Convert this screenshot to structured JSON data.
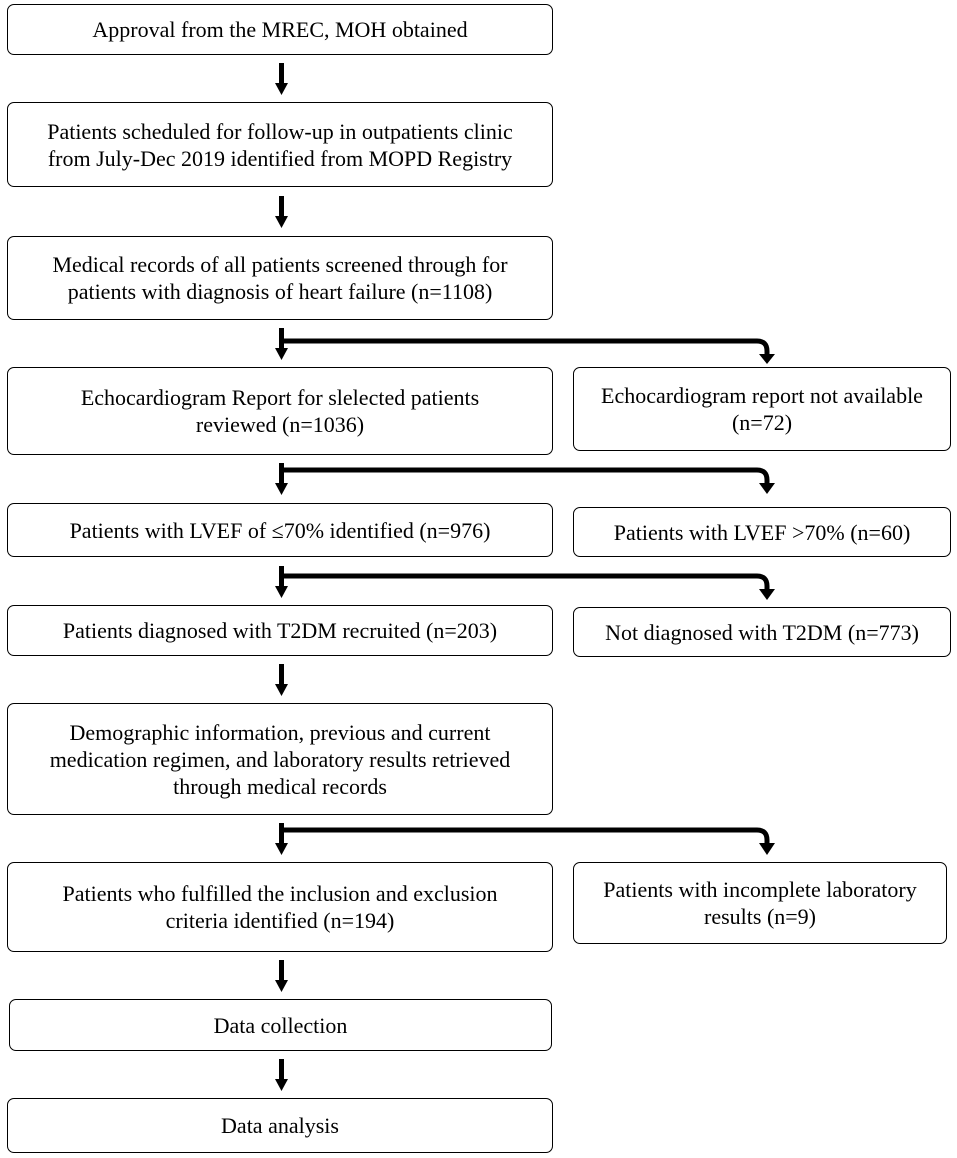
{
  "flowchart": {
    "main_steps": [
      {
        "id": "approval",
        "lines": [
          "Approval from the MREC, MOH obtained"
        ]
      },
      {
        "id": "scheduled",
        "lines": [
          "Patients scheduled for follow-up in outpatients clinic",
          "from July-Dec 2019 identified from MOPD Registry"
        ]
      },
      {
        "id": "screened",
        "lines": [
          "Medical records of all patients screened through for",
          "patients with diagnosis of heart failure (n=1108)"
        ]
      },
      {
        "id": "echo",
        "lines": [
          "Echocardiogram Report for slelected patients",
          "reviewed (n=1036)"
        ]
      },
      {
        "id": "lvef",
        "lines": [
          "Patients with LVEF of  ≤70% identified (n=976)"
        ]
      },
      {
        "id": "t2dm",
        "lines": [
          "Patients diagnosed with T2DM recruited (n=203)"
        ]
      },
      {
        "id": "demographic",
        "lines": [
          "Demographic information, previous and current",
          "medication regimen, and laboratory results retrieved",
          "through medical records"
        ]
      },
      {
        "id": "inclusion",
        "lines": [
          "Patients who fulfilled the inclusion and exclusion",
          "criteria identified (n=194)"
        ]
      },
      {
        "id": "collection",
        "lines": [
          "Data collection"
        ]
      },
      {
        "id": "analysis",
        "lines": [
          "Data analysis"
        ]
      }
    ],
    "exclusions": [
      {
        "id": "echo-na",
        "lines": [
          "Echocardiogram report not available",
          "(n=72)"
        ]
      },
      {
        "id": "lvef-high",
        "lines": [
          "Patients with LVEF >70% (n=60)"
        ]
      },
      {
        "id": "no-t2dm",
        "lines": [
          "Not diagnosed with T2DM (n=773)"
        ]
      },
      {
        "id": "incomplete-lab",
        "lines": [
          "Patients with incomplete laboratory",
          "results (n=9)"
        ]
      }
    ]
  }
}
